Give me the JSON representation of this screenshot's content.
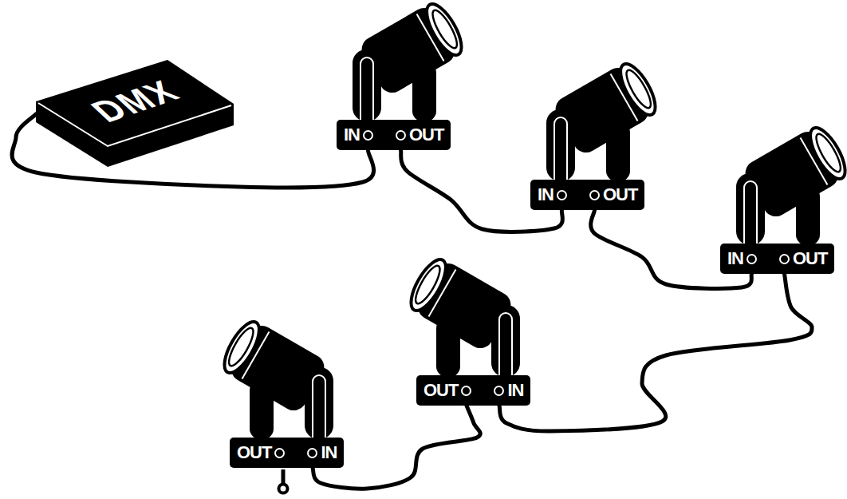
{
  "diagram": {
    "nodes": [
      {
        "text": [
          "DMX"
        ]
      },
      {
        "text": [
          "IN",
          "OUT"
        ]
      },
      {
        "text": [
          "IN",
          "OUT"
        ]
      },
      {
        "text": [
          "IN",
          "OUT"
        ]
      },
      {
        "text": [
          "OUT",
          "IN"
        ]
      },
      {
        "text": [
          "OUT",
          "IN"
        ]
      }
    ],
    "edges": [
      {
        "from": 0,
        "to": 1,
        "arrow": "none"
      },
      {
        "from": 1,
        "to": 2,
        "arrow": "none"
      },
      {
        "from": 2,
        "to": 3,
        "arrow": "none"
      },
      {
        "from": 3,
        "to": 4,
        "arrow": "none"
      },
      {
        "from": 4,
        "to": 5,
        "arrow": "none"
      }
    ]
  }
}
